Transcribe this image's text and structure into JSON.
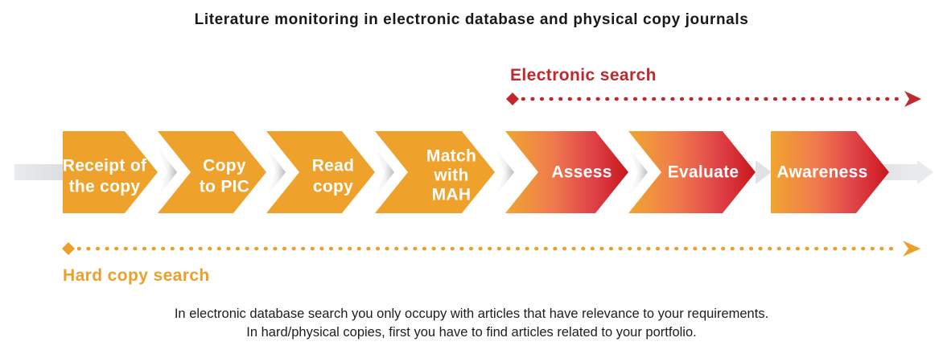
{
  "title": "Literature monitoring in electronic database and physical copy journals",
  "colors": {
    "orange": "#EFA22B",
    "orange_light": "#F4B045",
    "red": "#D42229",
    "red_dark": "#C8161D",
    "red_label": "#C0282E",
    "orange_label": "#EBA02C",
    "gray_connector": "#E2E3E5",
    "text_dark": "#191919",
    "chevron_text": "#FFFFFF"
  },
  "annotations": {
    "electronic_search": {
      "label": "Electronic search",
      "color": "#C0282E",
      "style": "dotted-arrow-right"
    },
    "hard_copy_search": {
      "label": "Hard copy search",
      "color": "#EBA02C",
      "style": "dotted-arrow-right"
    }
  },
  "flow": {
    "steps": [
      {
        "id": "receipt-of-the-copy",
        "lines": [
          "Receipt of",
          "the copy"
        ],
        "fill": "orange"
      },
      {
        "id": "copy-to-pic",
        "lines": [
          "Copy",
          "to PIC"
        ],
        "fill": "orange"
      },
      {
        "id": "read-copy",
        "lines": [
          "Read",
          "copy"
        ],
        "fill": "orange"
      },
      {
        "id": "match-with-mah",
        "lines": [
          "Match",
          "with",
          "MAH"
        ],
        "fill": "orange"
      },
      {
        "id": "assess",
        "lines": [
          "Assess"
        ],
        "fill": "orange-to-red"
      },
      {
        "id": "evaluate",
        "lines": [
          "Evaluate"
        ],
        "fill": "orange-to-red"
      },
      {
        "id": "awareness",
        "lines": [
          "Awareness"
        ],
        "fill": "orange-to-red"
      }
    ]
  },
  "caption": {
    "line1": "In electronic database search you only occupy with articles that have relevance to your requirements.",
    "line2": "In hard/physical copies, first you have to find articles related to your portfolio."
  }
}
